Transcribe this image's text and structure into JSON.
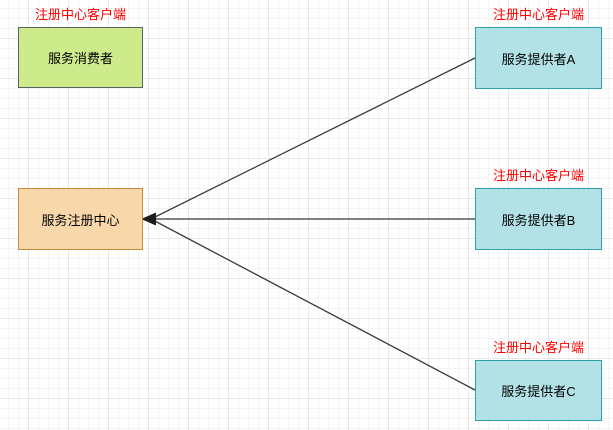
{
  "diagram": {
    "type": "flowchart",
    "background": "grid",
    "nodes": {
      "consumer": {
        "label": "服务消费者",
        "tag": "注册中心客户端",
        "fill": "#cdeb8b",
        "stroke": "#5c6064"
      },
      "registry": {
        "label": "服务注册中心",
        "fill": "#f8d8aa",
        "stroke": "#c88b3b"
      },
      "provider_a": {
        "label": "服务提供者A",
        "tag": "注册中心客户端",
        "fill": "#b2e2e6",
        "stroke": "#2fa0aa"
      },
      "provider_b": {
        "label": "服务提供者B",
        "tag": "注册中心客户端",
        "fill": "#b2e2e6",
        "stroke": "#2fa0aa"
      },
      "provider_c": {
        "label": "服务提供者C",
        "tag": "注册中心客户端",
        "fill": "#b2e2e6",
        "stroke": "#2fa0aa"
      }
    },
    "edges": [
      {
        "from": "provider_a",
        "to": "registry",
        "arrow": "to"
      },
      {
        "from": "provider_b",
        "to": "registry",
        "arrow": "to"
      },
      {
        "from": "provider_c",
        "to": "registry",
        "arrow": "to"
      }
    ],
    "colors": {
      "tag_text": "#ff0000",
      "node_text": "#000000",
      "edge_line": "#3a3a3a",
      "arrowhead": "#1c1c1c",
      "grid_minor": "#f4f4f4",
      "grid_major": "#e7e7e7",
      "canvas_bg": "#ffffff"
    }
  }
}
